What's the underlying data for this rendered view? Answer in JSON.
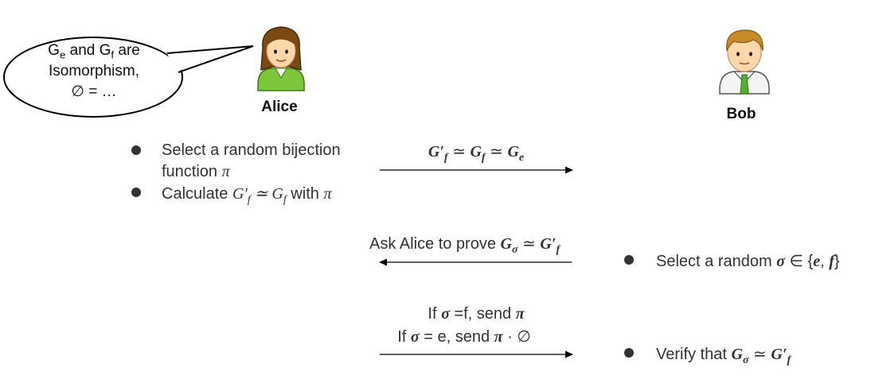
{
  "speech_bubble": {
    "line1_g": "G",
    "line1_sub1": "e",
    "line1_mid": " and G",
    "line1_sub2": "f",
    "line1_end": " are",
    "line2": "Isomorphism,",
    "line3": "∅ = …"
  },
  "alice": {
    "name": "Alice"
  },
  "bob": {
    "name": "Bob"
  },
  "alice_steps": {
    "step1_line1": "Select a random bijection",
    "step1_line2": "function ",
    "step1_pi": "π",
    "step2_prefix": "Calculate ",
    "step2_math": "G′",
    "step2_math_sub": "f",
    "step2_math_rest": " ≃ G",
    "step2_math_sub2": "f",
    "step2_suffix": " with ",
    "step2_pi": "π"
  },
  "message1": {
    "g1": "G′",
    "g1_sub": "f",
    "op1": " ≃ ",
    "g2": "G",
    "g2_sub": "f",
    "op2": " ≃ ",
    "g3": "G",
    "g3_sub": "e"
  },
  "message2": {
    "text": "Ask Alice to prove  ",
    "g1": "G",
    "g1_sub": "σ",
    "op": " ≃ ",
    "g2": "G′",
    "g2_sub": "f"
  },
  "bob_step1": {
    "text": "Select a random ",
    "sigma": "σ",
    "rest": " ∈ {",
    "e": "e",
    "comma": ", ",
    "f": "f",
    "close": "}"
  },
  "message3": {
    "line1_a": "If ",
    "line1_sigma": "σ",
    "line1_b": " =f, send ",
    "line1_pi": "π",
    "line2_a": "If ",
    "line2_sigma": "σ",
    "line2_b": " = e, send ",
    "line2_pi": "π",
    "line2_c": " · ∅"
  },
  "bob_step2": {
    "text": "Verify that ",
    "g1": "G",
    "g1_sub": "σ",
    "op": " ≃ ",
    "g2": "G′",
    "g2_sub": "f"
  },
  "colors": {
    "alice_hair": "#7a4a12",
    "alice_shirt": "#7cc63a",
    "bob_hair": "#c98a2a",
    "bob_tie": "#56b030",
    "skin": "#ffd7a8",
    "arrow": "#000000"
  }
}
